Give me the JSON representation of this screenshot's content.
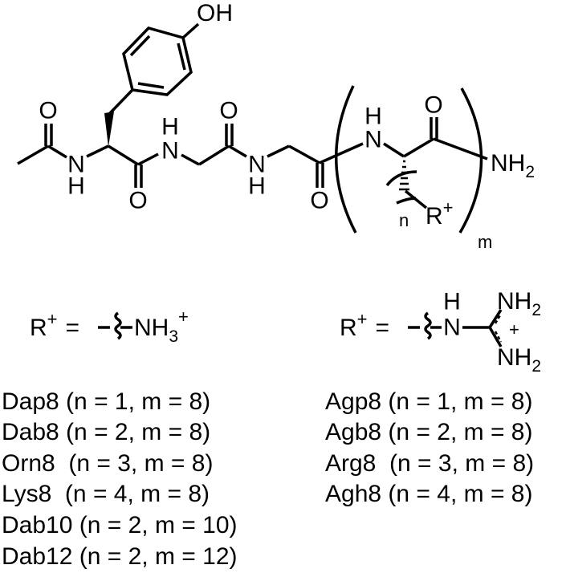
{
  "structure": {
    "atoms": {
      "oxygen": "O",
      "nitrogen": "N",
      "hydrogen": "H",
      "hydroxyl": "OH",
      "amide_terminal": "NH",
      "amide_terminal_sub": "2",
      "r_group": "R",
      "charge": "+",
      "n_index": "n",
      "m_index": "m"
    }
  },
  "r_definitions": {
    "amine": {
      "lhs": "R",
      "sup": "+",
      "eq": "=",
      "group": "NH",
      "sub": "3",
      "charge": "+"
    },
    "guanidinium": {
      "lhs": "R",
      "sup": "+",
      "eq": "=",
      "n": "N",
      "h": "H",
      "nh": "NH",
      "sub": "2",
      "charge": "+"
    }
  },
  "compounds_amine": [
    {
      "name": "Dap8",
      "params": " (n = 1, m = 8)"
    },
    {
      "name": "Dab8",
      "params": " (n = 2, m = 8)"
    },
    {
      "name": "Orn8",
      "params": "  (n = 3, m = 8)"
    },
    {
      "name": "Lys8",
      "params": "  (n = 4, m = 8)"
    },
    {
      "name": "Dab10",
      "params": " (n = 2, m = 10)"
    },
    {
      "name": "Dab12",
      "params": " (n = 2, m = 12)"
    }
  ],
  "compounds_guanidinium": [
    {
      "name": "Agp8",
      "params": " (n = 1, m = 8)"
    },
    {
      "name": "Agb8",
      "params": " (n = 2, m = 8)"
    },
    {
      "name": "Arg8",
      "params": "  (n = 3, m = 8)"
    },
    {
      "name": "Agh8",
      "params": " (n = 4, m = 8)"
    }
  ]
}
